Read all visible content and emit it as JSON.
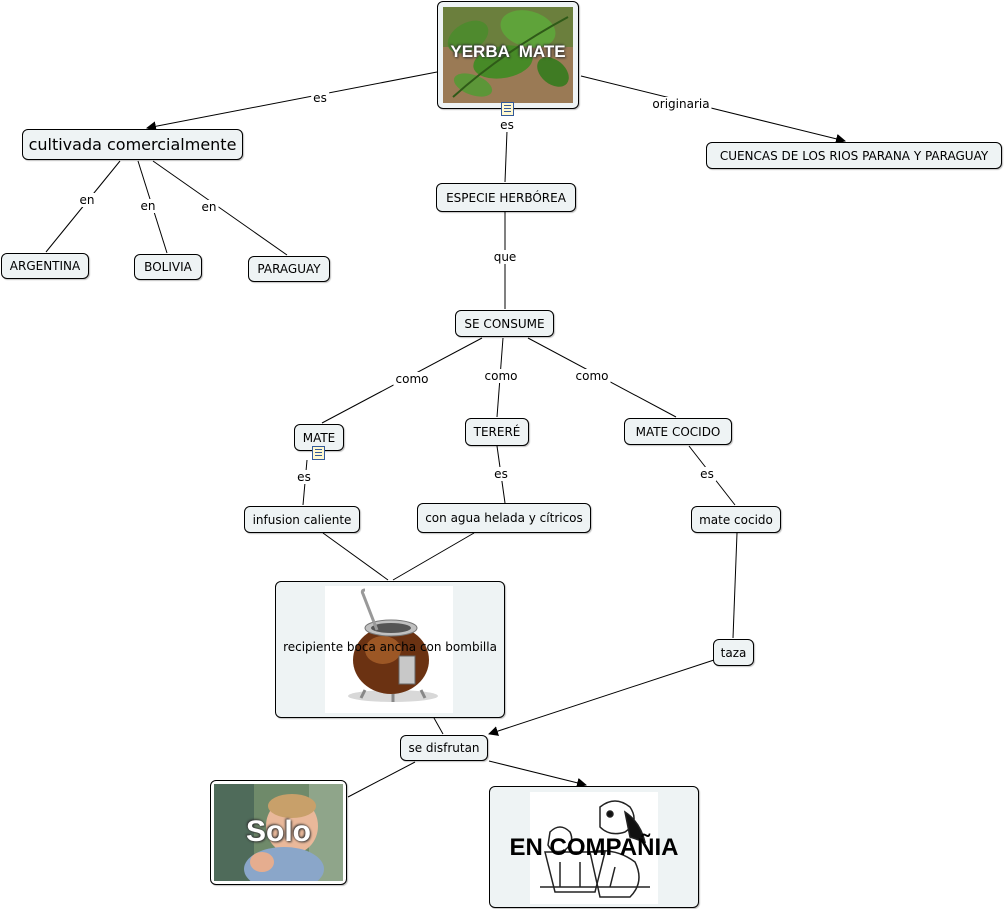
{
  "concepts": {
    "yerba_mate": "YERBA  MATE",
    "cultivada": "cultivada comercialmente",
    "cuencas": "CUENCAS DE LOS RIOS PARANA Y PARAGUAY",
    "argentina": "ARGENTINA",
    "bolivia": "BOLIVIA",
    "paraguay": "PARAGUAY",
    "especie": "ESPECIE HERBÓREA",
    "se_consume": "SE CONSUME",
    "mate": "MATE",
    "terere": "TERERÉ",
    "mate_cocido": "MATE COCIDO",
    "infusion": "infusion caliente",
    "agua_helada": "con agua helada y cítricos",
    "mate_cocido2": "mate cocido",
    "recipiente": "recipiente boca ancha con bombilla",
    "taza": "taza",
    "se_disfrutan": "se disfrutan",
    "solo": "Solo",
    "compania": "EN COMPAÑIA"
  },
  "linking_phrases": {
    "es_cultivada": "es",
    "originaria": "originaria",
    "es_especie": "es",
    "en_argentina": "en",
    "en_bolivia": "en",
    "en_paraguay": "en",
    "que": "que",
    "como_mate": "como",
    "como_terere": "como",
    "como_cocido": "como",
    "es_mate": "es",
    "es_terere": "es",
    "es_cocido": "es"
  },
  "colors": {
    "node_fill": "#eef3f4",
    "line": "#000000"
  }
}
